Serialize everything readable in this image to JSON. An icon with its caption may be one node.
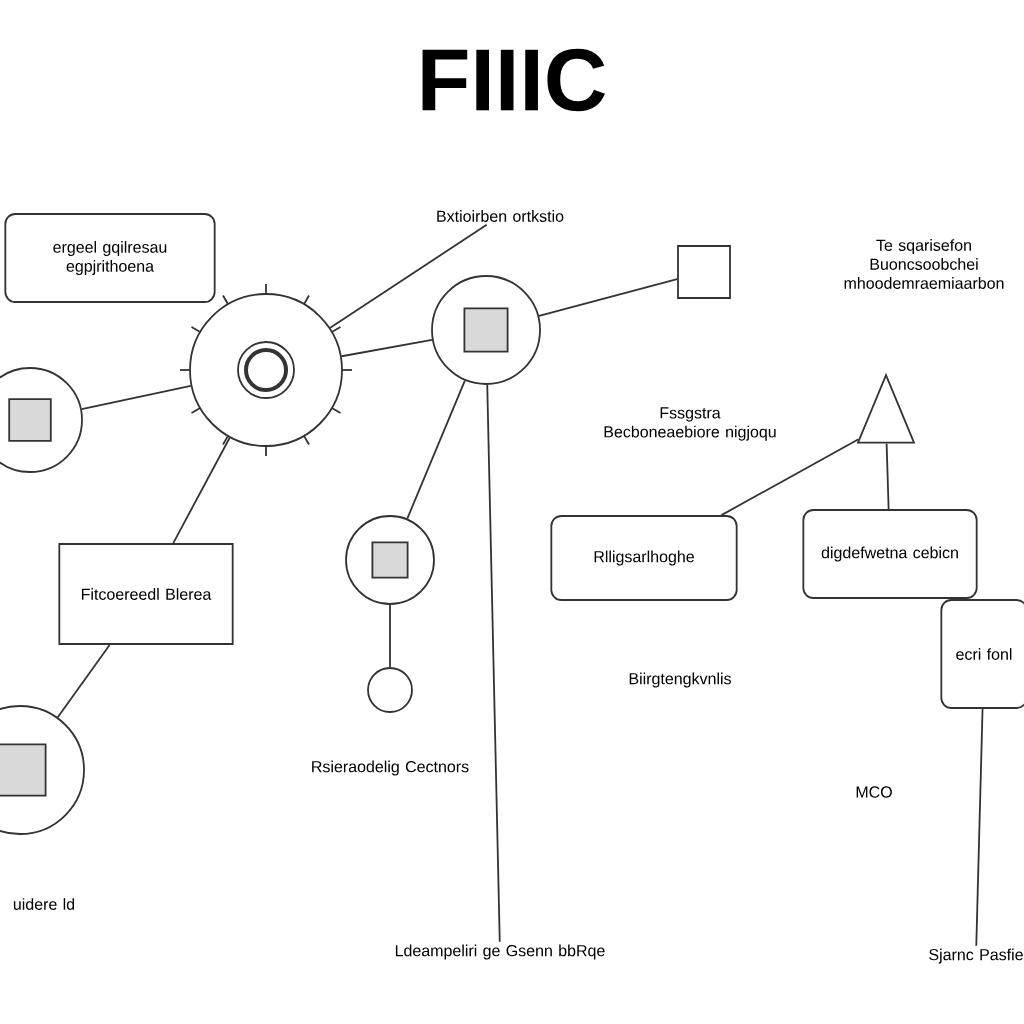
{
  "diagram": {
    "title": "FIIIC",
    "nodes": [
      {
        "text": [
          "ergeel gqilresau egpjrithoena"
        ]
      },
      {
        "text": [],
        "shape": "circle"
      },
      {
        "text": [],
        "shape": "circle"
      },
      {
        "text": [],
        "shape": "circle"
      },
      {
        "text": [
          "Bxtioirben ortkstio"
        ]
      },
      {
        "text": [],
        "shape": "circle"
      },
      {
        "text": [],
        "shape": "circle"
      },
      {
        "text": [
          "Rsieraodelig Cectnors"
        ]
      },
      {
        "text": [
          "Fitcoereedl Blerea"
        ]
      },
      {
        "text": [],
        "shape": "circle"
      },
      {
        "text": [
          "uidere ld"
        ]
      },
      {
        "text": [
          "Rlligsarlhoghe"
        ]
      },
      {
        "text": [
          "Fssgstra Becboneaebiore nigjoqu"
        ]
      },
      {
        "text": [
          "Te sqarisefon Buoncsoobchei mhoodemraemiaarbon"
        ]
      },
      {
        "text": [],
        "shape": "triangle"
      },
      {
        "text": [
          "digdefwetna cebicn"
        ]
      },
      {
        "text": [
          "ecri fonl"
        ]
      },
      {
        "text": [
          "MCO"
        ]
      },
      {
        "text": [
          "Ldeampeliri ge Gsenn bbRqe"
        ]
      },
      {
        "text": [
          "Sjarnc Pasfie"
        ]
      },
      {
        "text": [
          "Biirgtengkvnlis"
        ]
      },
      {
        "text": [],
        "shape": "box"
      }
    ],
    "edges": [
      {
        "from": 1,
        "to": 2,
        "arrow": "none"
      },
      {
        "from": 2,
        "to": 4,
        "arrow": "none"
      },
      {
        "from": 2,
        "to": 3,
        "arrow": "none"
      },
      {
        "from": 3,
        "to": 5,
        "arrow": "none"
      },
      {
        "from": 5,
        "to": 6,
        "arrow": "none"
      },
      {
        "from": 3,
        "to": 18,
        "arrow": "none"
      },
      {
        "from": 3,
        "to": 21,
        "arrow": "none"
      },
      {
        "from": 14,
        "to": 11,
        "arrow": "none"
      },
      {
        "from": 14,
        "to": 15,
        "arrow": "none"
      },
      {
        "from": 16,
        "to": 19,
        "arrow": "none"
      },
      {
        "from": 8,
        "to": 9,
        "arrow": "none"
      },
      {
        "from": 2,
        "to": 8,
        "arrow": "none"
      }
    ]
  }
}
